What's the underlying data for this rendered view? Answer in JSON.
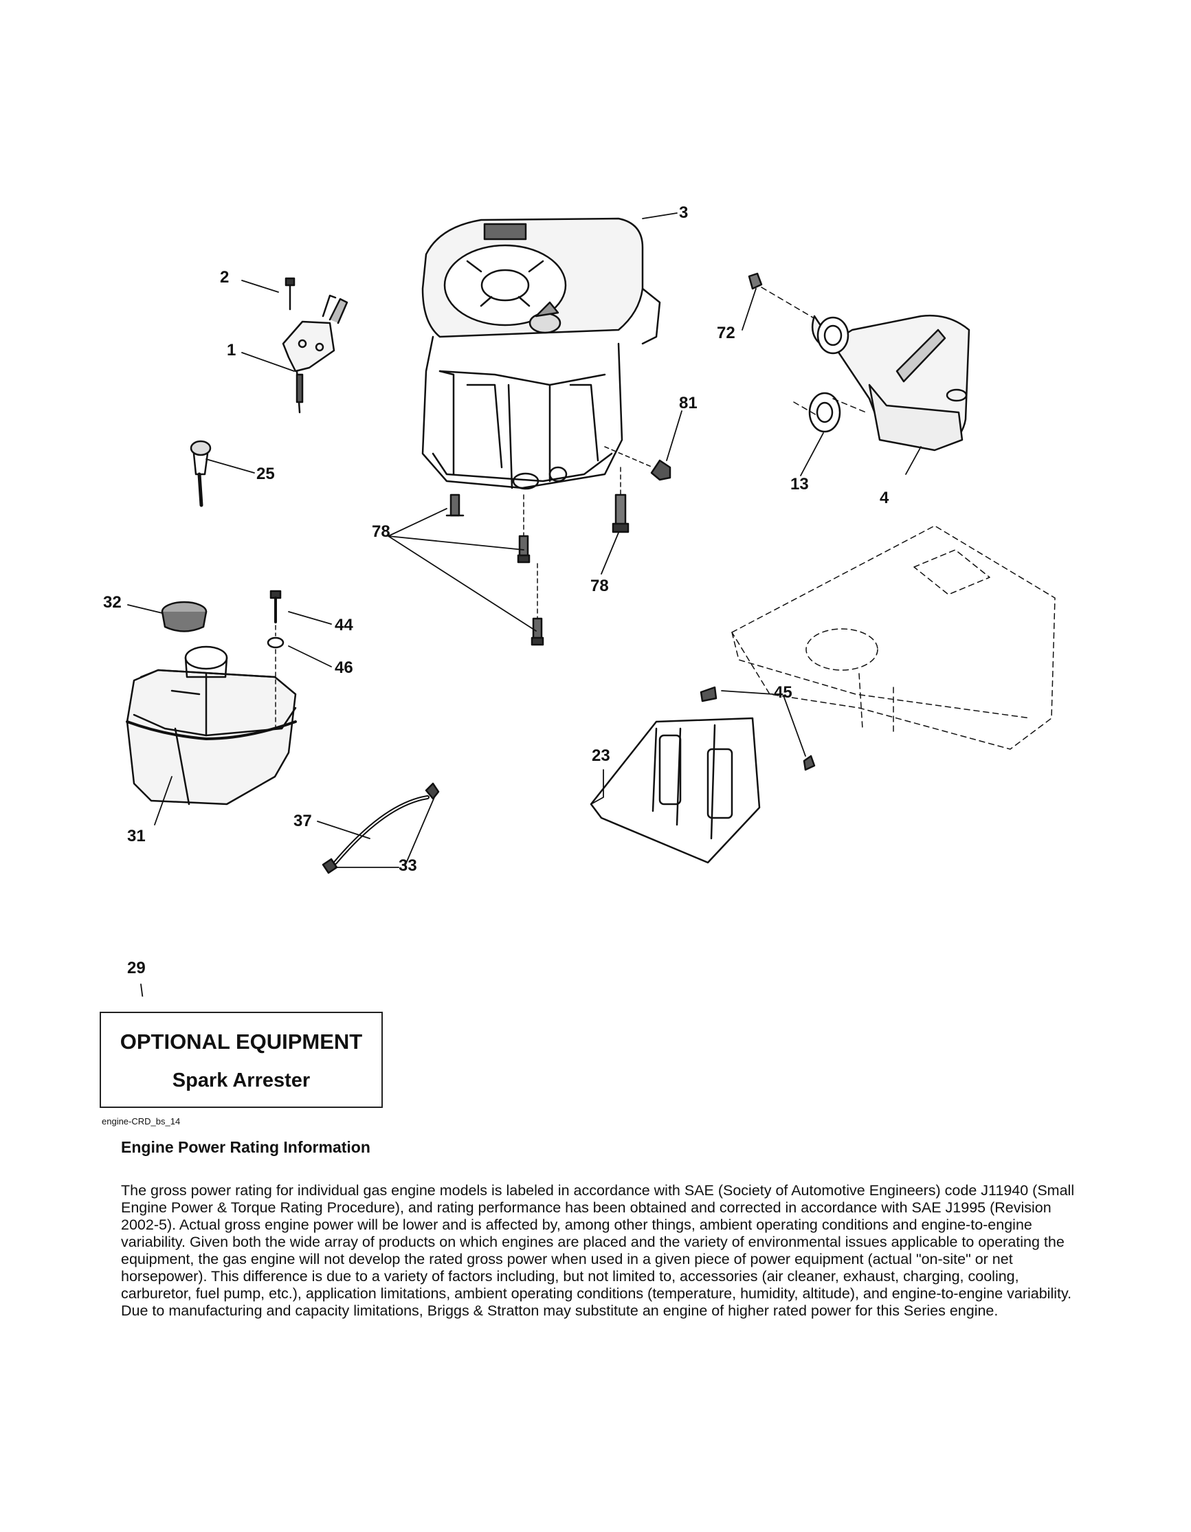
{
  "callouts": [
    "1",
    "2",
    "3",
    "4",
    "13",
    "23",
    "25",
    "29",
    "31",
    "32",
    "33",
    "37",
    "44",
    "45",
    "46",
    "72",
    "78",
    "78",
    "81"
  ],
  "optional_box": {
    "title": "OPTIONAL EQUIPMENT",
    "subtitle": "Spark Arrester"
  },
  "drawing_code": "engine-CRD_bs_14",
  "info": {
    "heading": "Engine Power Rating Information",
    "body": "The gross power rating for individual gas engine models is labeled in accordance with SAE (Society of Automotive Engineers) code J11940 (Small Engine Power & Torque Rating Procedure), and rating performance has been obtained and corrected in accordance with SAE J1995 (Revision 2002-5). Actual gross engine power will be lower and is affected by, among other things, ambient operating conditions and engine-to-engine variability. Given both the wide array of products on which engines are placed and the variety of environmental issues applicable to operating the equipment, the gas engine will not develop the rated gross power when used in a given piece of power equipment (actual \"on-site\" or net horsepower). This difference is due to a variety of factors including, but not limited to, accessories (air cleaner, exhaust, charging, cooling, carburetor, fuel pump, etc.), application limitations, ambient operating conditions (temperature, humidity, altitude), and engine-to-engine variability. Due to manufacturing and capacity limitations, Briggs & Stratton may substitute an engine of higher rated power for this Series engine."
  }
}
